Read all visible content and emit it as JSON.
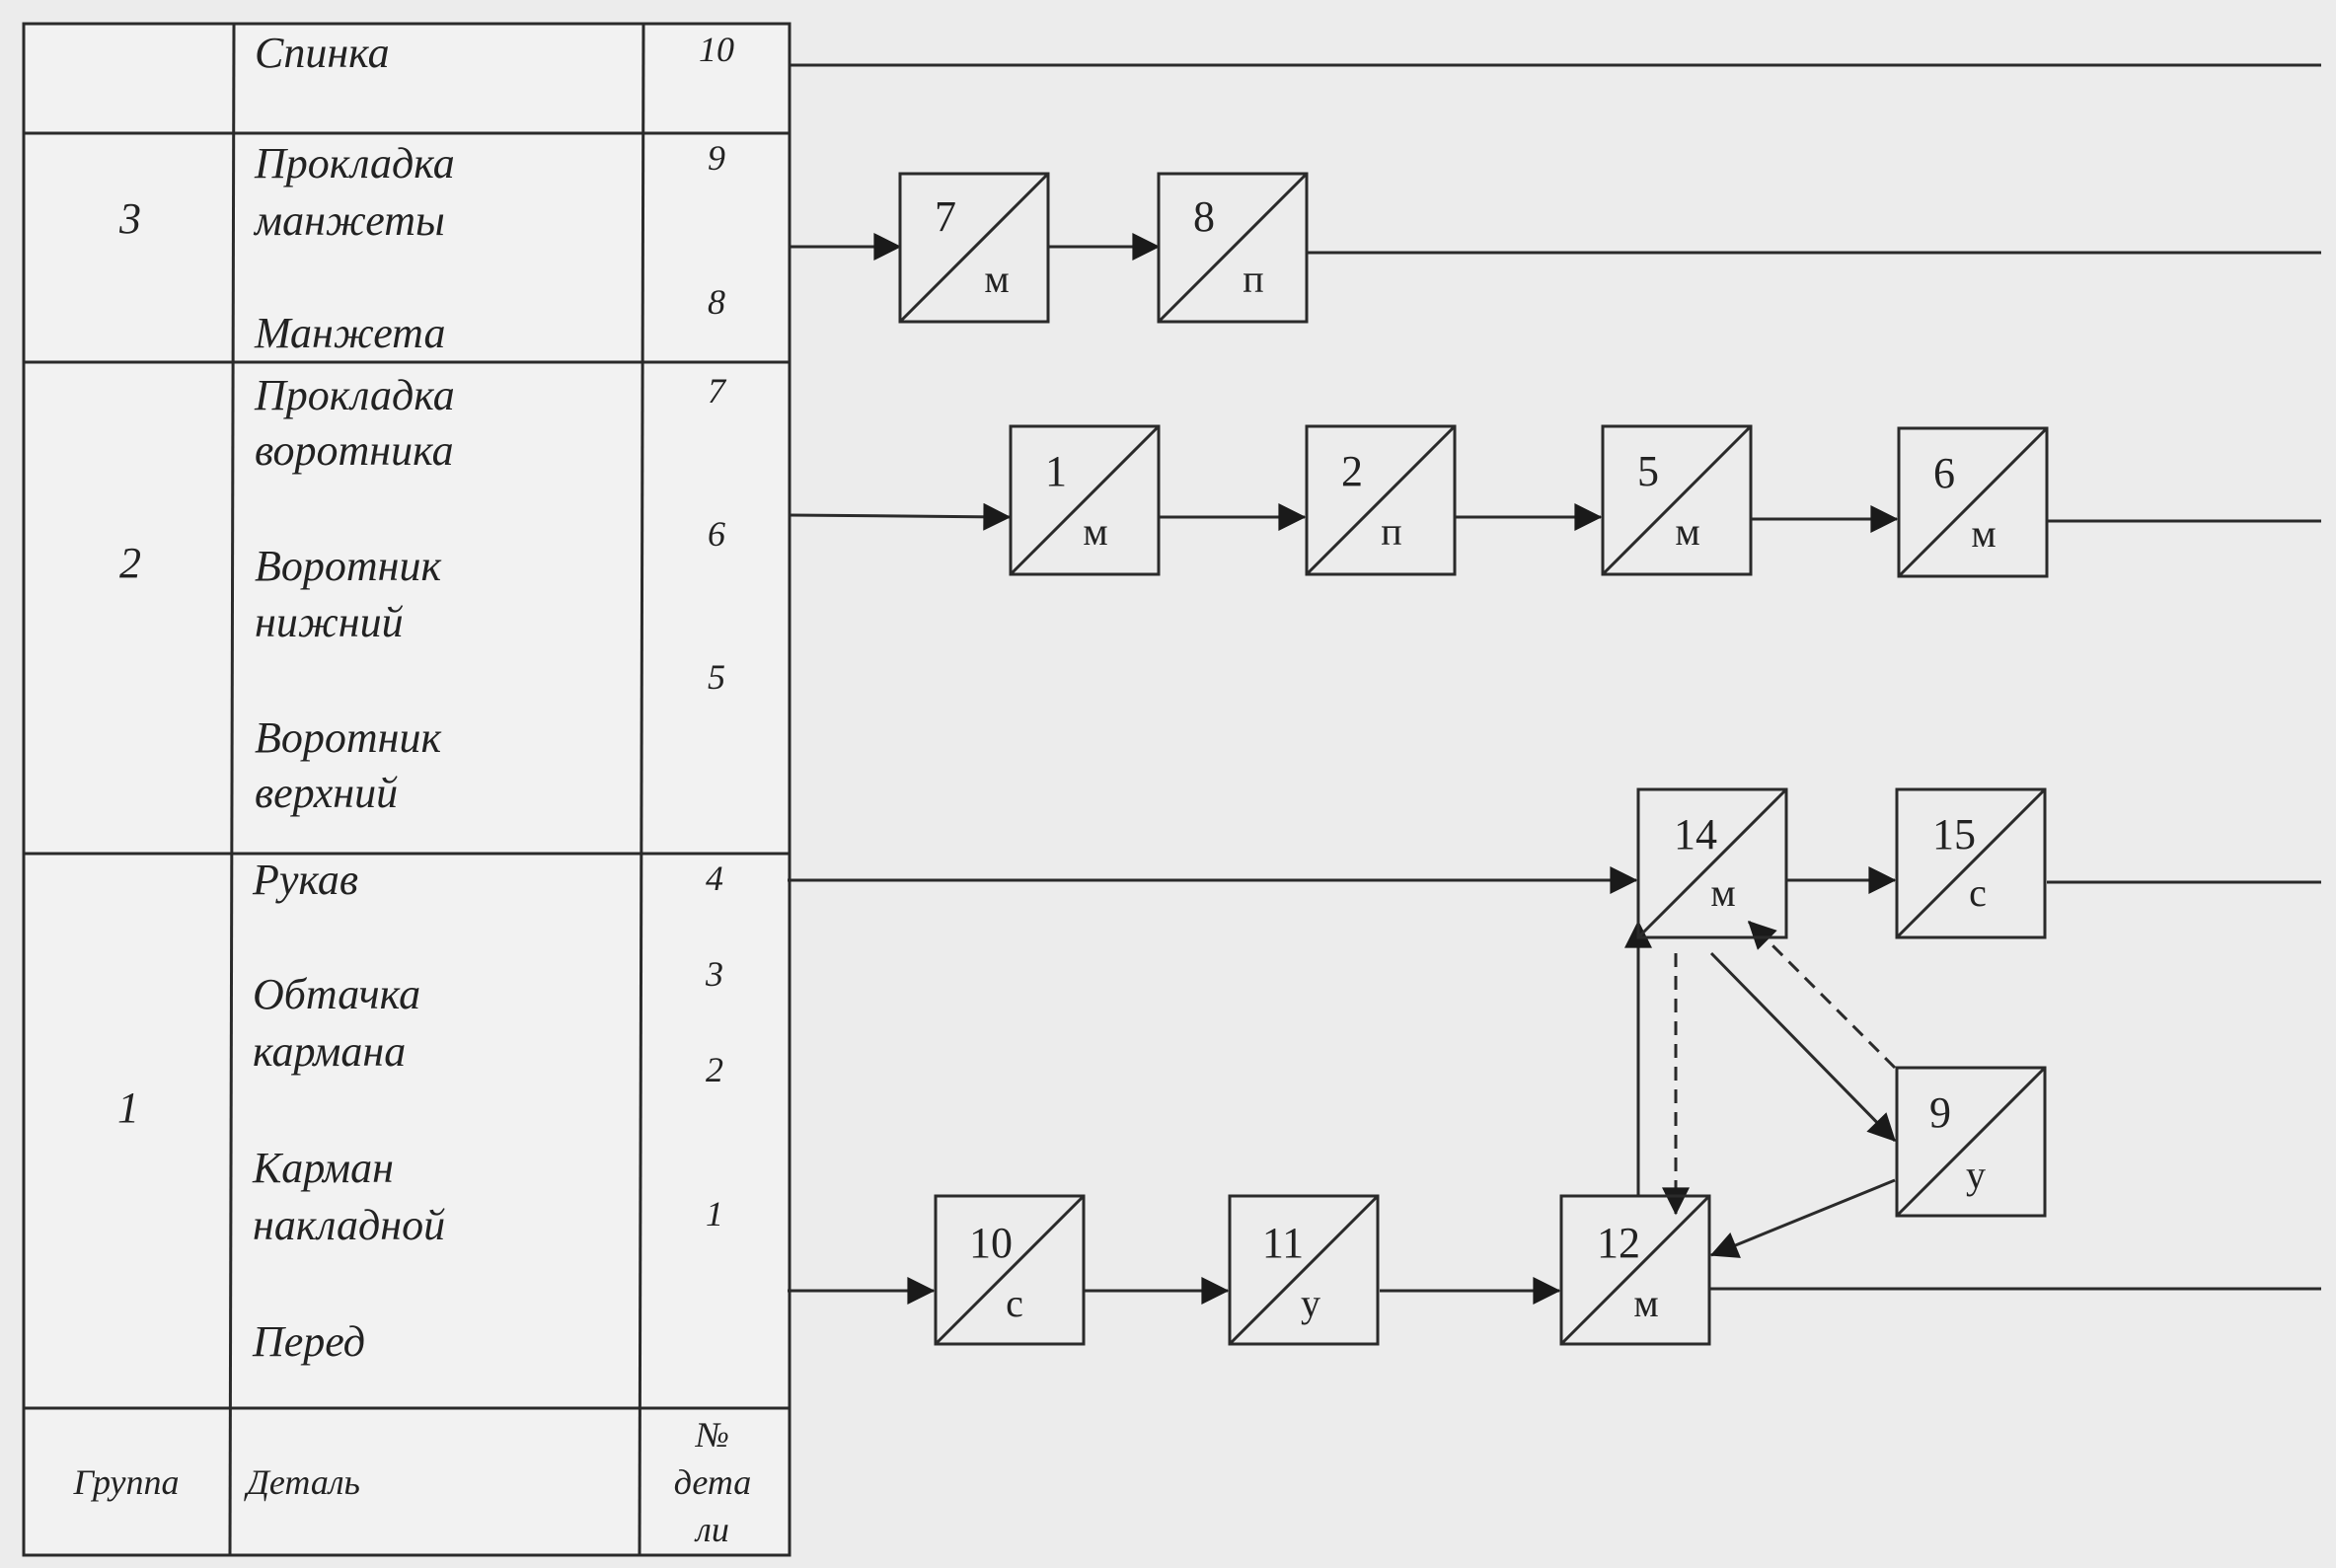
{
  "table": {
    "header": {
      "group": "Группа",
      "detail": "Деталь",
      "number_line1": "№",
      "number_line2": "дета",
      "number_line3": "ли"
    },
    "groups": [
      "3",
      "2",
      "1"
    ],
    "details": [
      {
        "name_line1": "Спинка",
        "name_line2": ""
      },
      {
        "name_line1": "Прокладка",
        "name_line2": "манжеты"
      },
      {
        "name_line1": "Манжета",
        "name_line2": ""
      },
      {
        "name_line1": "Прокладка",
        "name_line2": "воротника"
      },
      {
        "name_line1": "Воротник",
        "name_line2": "нижний"
      },
      {
        "name_line1": "Воротник",
        "name_line2": "верхний"
      },
      {
        "name_line1": "Рукав",
        "name_line2": ""
      },
      {
        "name_line1": "Обтачка",
        "name_line2": "кармана"
      },
      {
        "name_line1": "Карман",
        "name_line2": "накладной"
      },
      {
        "name_line1": "Перед",
        "name_line2": ""
      }
    ],
    "numbers": [
      "10",
      "9",
      "8",
      "7",
      "6",
      "5",
      "4",
      "3",
      "2",
      "1"
    ]
  },
  "operations": [
    {
      "id": "op7",
      "number": "7",
      "code": "м"
    },
    {
      "id": "op8",
      "number": "8",
      "code": "п"
    },
    {
      "id": "op1",
      "number": "1",
      "code": "м"
    },
    {
      "id": "op2",
      "number": "2",
      "code": "п"
    },
    {
      "id": "op5",
      "number": "5",
      "code": "м"
    },
    {
      "id": "op6",
      "number": "6",
      "code": "м"
    },
    {
      "id": "op14",
      "number": "14",
      "code": "м"
    },
    {
      "id": "op15",
      "number": "15",
      "code": "с"
    },
    {
      "id": "op9",
      "number": "9",
      "code": "у"
    },
    {
      "id": "op10",
      "number": "10",
      "code": "с"
    },
    {
      "id": "op11",
      "number": "11",
      "code": "у"
    },
    {
      "id": "op12",
      "number": "12",
      "code": "м"
    }
  ]
}
